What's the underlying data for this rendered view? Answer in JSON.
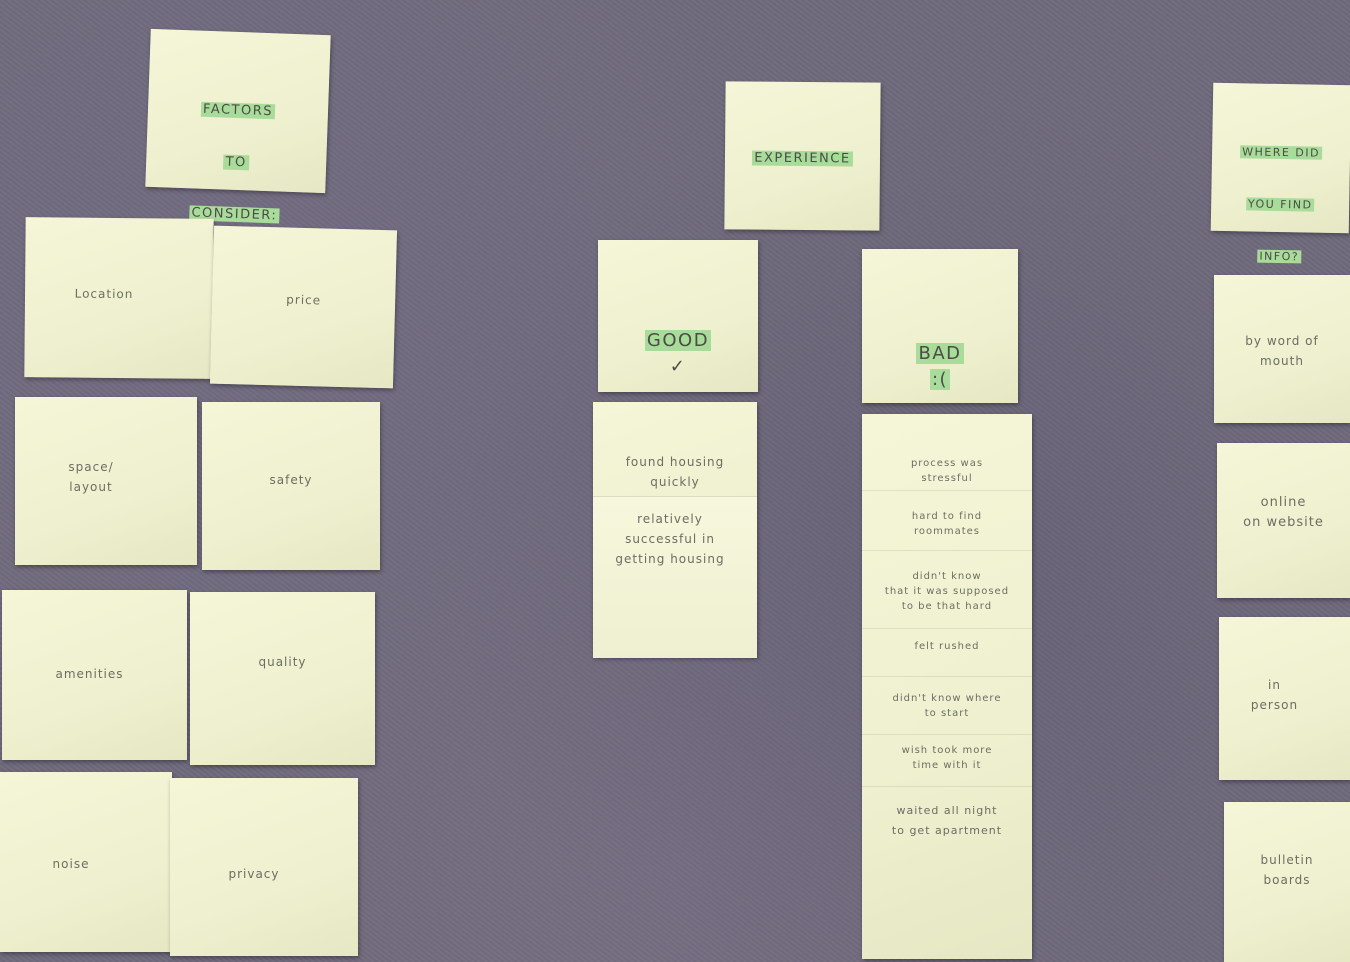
{
  "factors": {
    "header": [
      "FACTORS",
      "TO",
      "CONSIDER:"
    ],
    "notes": [
      "Location",
      "price",
      "space/\nlayout",
      "safety",
      "amenities",
      "quality",
      "noise",
      "privacy"
    ]
  },
  "experience": {
    "header": "EXPERIENCE",
    "good": {
      "header": "GOOD",
      "check": "✓",
      "items": [
        "found housing\nquickly",
        "relatively\nsuccessful in\ngetting housing"
      ]
    },
    "bad": {
      "header": "BAD",
      "face": ":(",
      "items": [
        "process was\nstressful",
        "hard to find\nroommates",
        "didn't know\nthat it was supposed\nto be that hard",
        "felt rushed",
        "didn't know where\nto start",
        "wish took more\ntime with it",
        "waited all night\nto get apartment"
      ]
    }
  },
  "info": {
    "header": [
      "WHERE DID",
      "YOU FIND",
      "INFO?"
    ],
    "notes": [
      "by word of\nmouth",
      "online\non website",
      "in\nperson",
      "bulletin\nboards"
    ]
  },
  "colors": {
    "note": "#f2f3d4",
    "highlight": "#a9dc9a",
    "board": "#6f6a7c"
  }
}
